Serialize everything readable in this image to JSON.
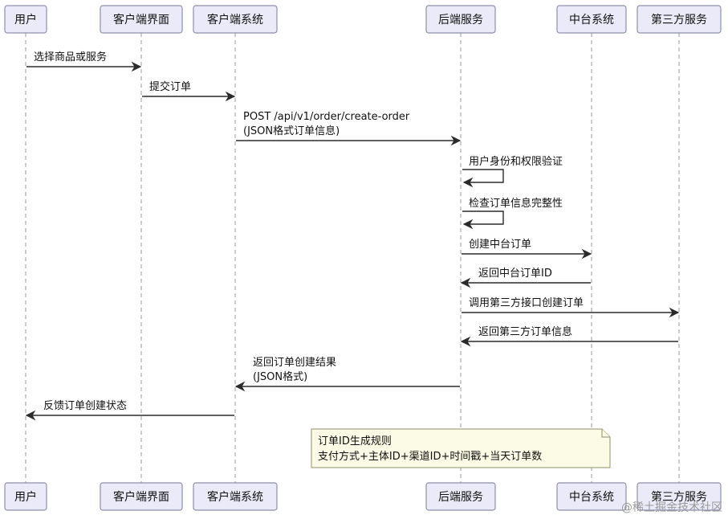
{
  "participants": [
    {
      "id": "user",
      "label": "用户"
    },
    {
      "id": "client_ui",
      "label": "客户端界面"
    },
    {
      "id": "client_sys",
      "label": "客户端系统"
    },
    {
      "id": "backend",
      "label": "后端服务"
    },
    {
      "id": "middle",
      "label": "中台系统"
    },
    {
      "id": "third",
      "label": "第三方服务"
    }
  ],
  "messages": [
    {
      "from": "user",
      "to": "client_ui",
      "lines": [
        "选择商品或服务"
      ]
    },
    {
      "from": "client_ui",
      "to": "client_sys",
      "lines": [
        "提交订单"
      ]
    },
    {
      "from": "client_sys",
      "to": "backend",
      "lines": [
        "POST /api/v1/order/create-order",
        "(JSON格式订单信息)"
      ]
    },
    {
      "from": "backend",
      "to": "backend",
      "lines": [
        "用户身份和权限验证"
      ]
    },
    {
      "from": "backend",
      "to": "backend",
      "lines": [
        "检查订单信息完整性"
      ]
    },
    {
      "from": "backend",
      "to": "middle",
      "lines": [
        "创建中台订单"
      ]
    },
    {
      "from": "middle",
      "to": "backend",
      "lines": [
        "返回中台订单ID"
      ]
    },
    {
      "from": "backend",
      "to": "third",
      "lines": [
        "调用第三方接口创建订单"
      ]
    },
    {
      "from": "third",
      "to": "backend",
      "lines": [
        "返回第三方订单信息"
      ]
    },
    {
      "from": "backend",
      "to": "client_sys",
      "lines": [
        "返回订单创建结果",
        "(JSON格式)"
      ]
    },
    {
      "from": "client_sys",
      "to": "user",
      "lines": [
        "反馈订单创建状态"
      ]
    }
  ],
  "note": {
    "lines": [
      "订单ID生成规则",
      "支付方式+主体ID+渠道ID+时间戳+当天订单数"
    ]
  },
  "watermark": "@稀土掘金技术社区",
  "colors": {
    "participant_fill": "#eaeaf8",
    "participant_border": "#8d8fa8",
    "note_fill": "#fbfbe6",
    "arrow": "#2b2b2b"
  }
}
